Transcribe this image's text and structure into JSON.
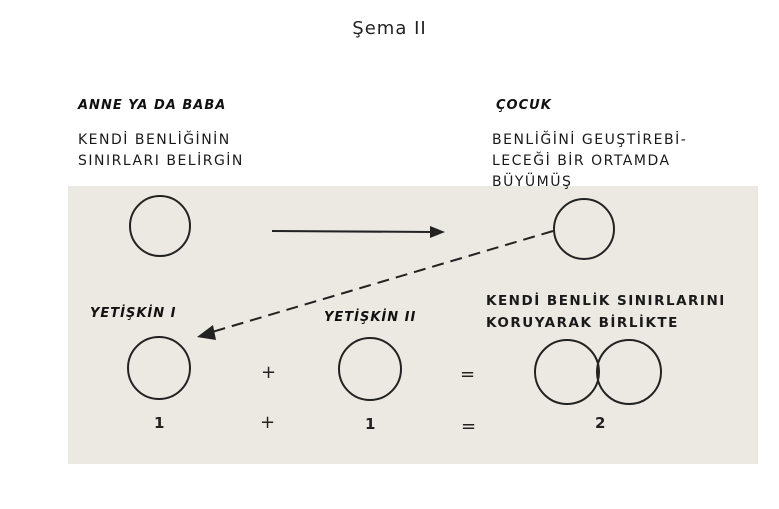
{
  "title": "Şema II",
  "parent": {
    "heading": "ANNE YA DA BABA",
    "caption_lines": [
      "KENDİ BENLİĞİNİN",
      "SINIRLARI BELİRGİN"
    ]
  },
  "child": {
    "heading": "ÇOCUK",
    "caption_lines": [
      "BENLİĞİNİ GEUŞTİREBİ-",
      "LECEĞİ BİR ORTAMDA",
      "BÜYÜMÜŞ"
    ]
  },
  "adult1": {
    "label": "YETİŞKİN I",
    "value": "1"
  },
  "adult2": {
    "label": "YETİŞKİN II",
    "value": "1"
  },
  "together": {
    "caption_lines": [
      "KENDİ BENLİK SINIRLARINI",
      "KORUYARAK BİRLİKTE"
    ],
    "value": "2"
  },
  "operators": {
    "plus": "+",
    "equals": "="
  }
}
